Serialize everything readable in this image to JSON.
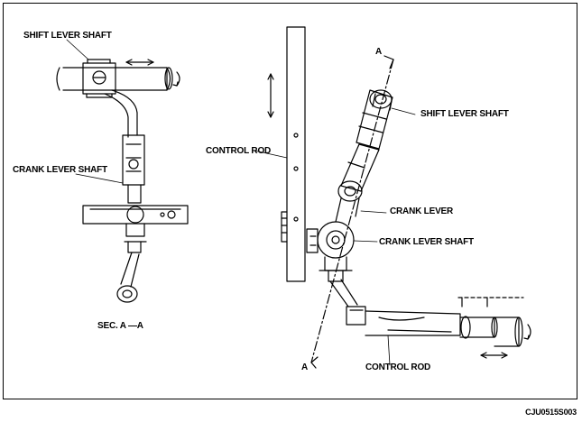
{
  "labels": {
    "shift_lever_shaft_left": "SHIFT LEVER SHAFT",
    "crank_lever_shaft_left": "CRANK LEVER SHAFT",
    "section": "SEC. A —A",
    "control_rod_top": "CONTROL ROD",
    "shift_lever_shaft_right": "SHIFT LEVER SHAFT",
    "crank_lever": "CRANK LEVER",
    "crank_lever_shaft_right": "CRANK LEVER SHAFT",
    "control_rod_bottom": "CONTROL ROD",
    "section_mark_top": "A",
    "section_mark_bottom": "A"
  },
  "figure_code": "CJU0515S003"
}
